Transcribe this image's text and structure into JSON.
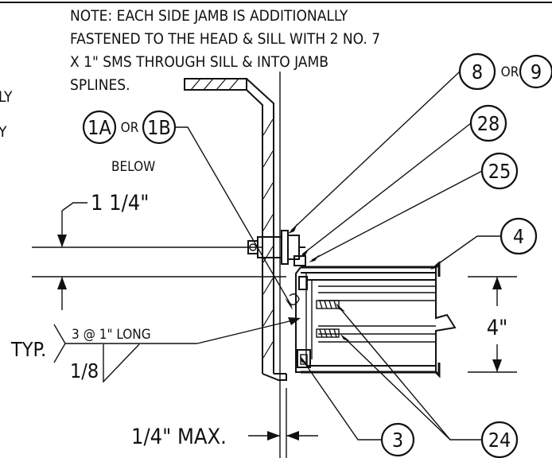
{
  "note_lines": [
    "NOTE: EACH SIDE JAMB IS ADDITIONALLY",
    "FASTENED TO THE HEAD & SILL WITH 2 NO. 7",
    "X 1\" SMS THROUGH SILL & INTO JAMB",
    "SPLINES."
  ],
  "fragments": {
    "left_top": "LY",
    "left_mid": "Y"
  },
  "callouts": {
    "c8": "8",
    "c9": "9",
    "or_8_9": "OR",
    "c28": "28",
    "c25": "25",
    "c4": "4",
    "c1a": "1A",
    "c1b": "1B",
    "or_1": "OR",
    "below": "BELOW",
    "c3": "3",
    "c24": "24"
  },
  "dimensions": {
    "d_1_1_4": "1 1/4\"",
    "d_4": "4\"",
    "d_1_4_max": "1/4\" MAX."
  },
  "weld": {
    "typ": "TYP.",
    "spec": "3 @ 1\" LONG",
    "size": "1/8"
  }
}
